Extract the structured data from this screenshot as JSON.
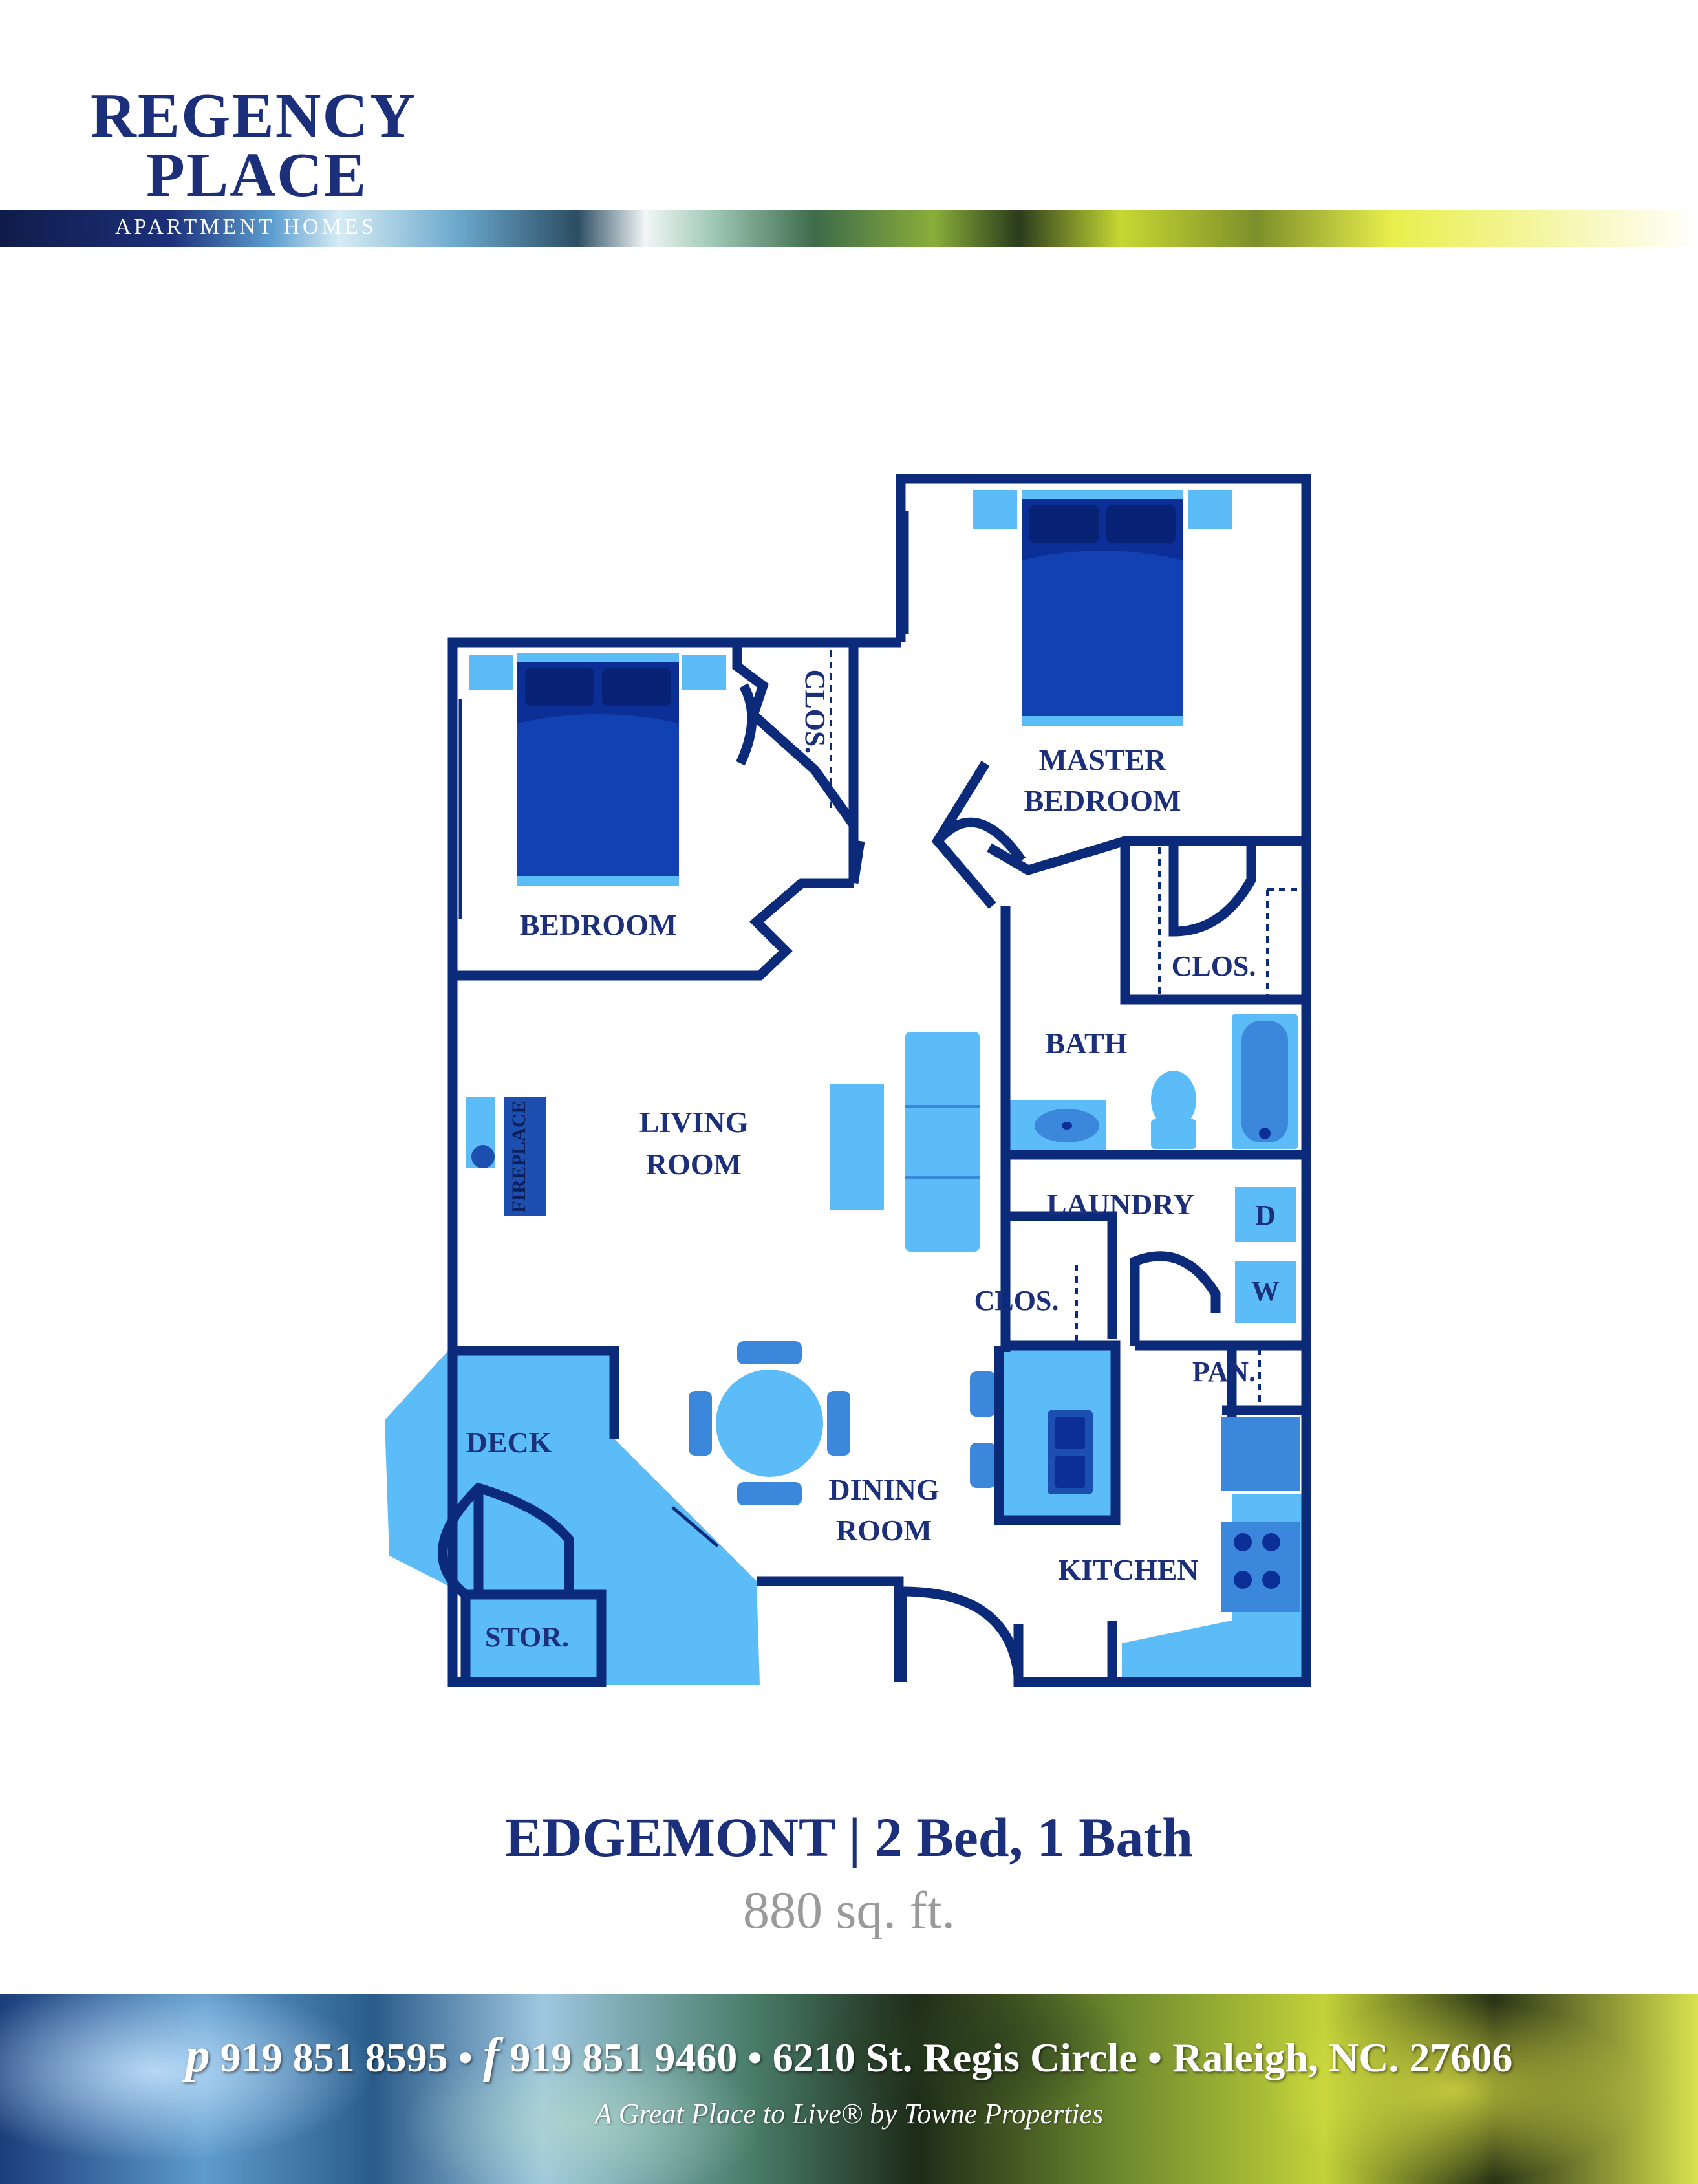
{
  "header": {
    "logo_line1": "REGENCY",
    "logo_line2": "PLACE",
    "logo_sub": "APARTMENT HOMES"
  },
  "floorplan": {
    "rooms": {
      "bedroom": "BEDROOM",
      "closet_bedroom": "CLOS.",
      "master_line1": "MASTER",
      "master_line2": "BEDROOM",
      "closet_master": "CLOS.",
      "bath": "BATH",
      "living_line1": "LIVING",
      "living_line2": "ROOM",
      "fireplace": "FIREPLACE",
      "laundry": "LAUNDRY",
      "dryer": "D",
      "washer": "W",
      "closet_hall": "CLOS.",
      "pantry": "PAN.",
      "deck": "DECK",
      "storage": "STOR.",
      "dining_line1": "DINING",
      "dining_line2": "ROOM",
      "kitchen": "KITCHEN"
    },
    "colors": {
      "wall": "#1c2f7a",
      "light_fill": "#5bbcf7",
      "mid_fill": "#3a87db",
      "bed_fill": "#0b2f97"
    }
  },
  "unit": {
    "title": "EDGEMONT | 2 Bed, 1 Bath",
    "sqft": "880 sq. ft."
  },
  "footer": {
    "p_symbol": "p",
    "phone": "919 851 8595 •",
    "f_symbol": "f",
    "fax_address": "919 851 9460 • 6210 St. Regis Circle • Raleigh, NC. 27606",
    "tagline": "A Great Place to Live® by Towne Properties"
  }
}
